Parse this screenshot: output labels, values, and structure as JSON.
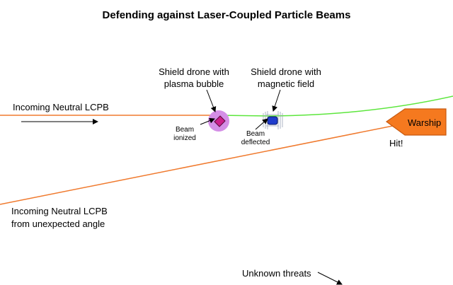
{
  "title": "Defending against Laser-Coupled Particle Beams",
  "labels": {
    "incoming_main": "Incoming Neutral LCPB",
    "incoming_angle_line1": "Incoming Neutral LCPB",
    "incoming_angle_line2": "from unexpected angle",
    "drone_plasma_line1": "Shield drone with",
    "drone_plasma_line2": "plasma bubble",
    "drone_magnetic_line1": "Shield drone with",
    "drone_magnetic_line2": "magnetic field",
    "beam_ionized_line1": "Beam",
    "beam_ionized_line2": "ionized",
    "beam_deflected_line1": "Beam",
    "beam_deflected_line2": "deflected",
    "warship": "Warship",
    "hit": "Hit!",
    "unknown_threats": "Unknown threats"
  },
  "colors": {
    "beam_orange": "#f07a2e",
    "deflected_green": "#5ce63c",
    "bubble": "#d48ee6",
    "drone_magenta": "#cc1f8c",
    "drone_blue": "#1f3ccc",
    "field_lines": "#9aa3b8",
    "warship_fill": "#f5791f",
    "warship_stroke": "#c85a10"
  }
}
